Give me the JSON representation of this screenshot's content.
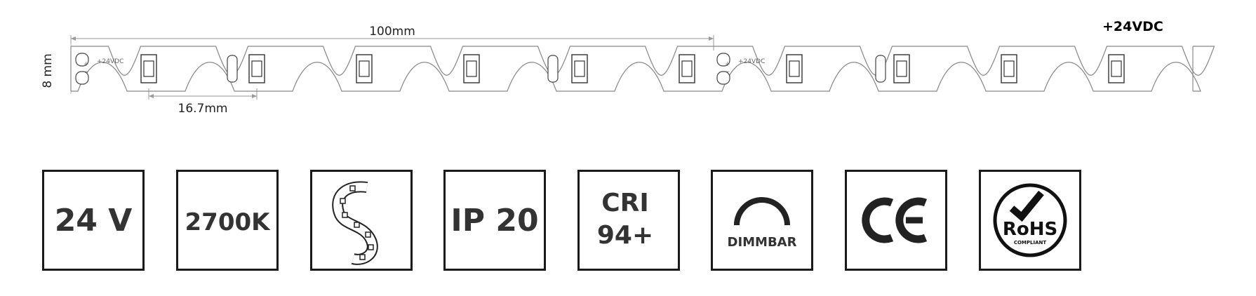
{
  "strip": {
    "length_label": "100mm",
    "pitch_label": "16.7mm",
    "width_label": "8 mm",
    "input_label": "+24VDC",
    "pad_label": "+24VDC",
    "plus_sign": "+",
    "minus_sign": "−"
  },
  "icons": {
    "voltage": "24 V",
    "color_temp": "2700K",
    "shape_icon": "s-shape-strip-icon",
    "ip_rating": "IP 20",
    "cri_label": "CRI",
    "cri_value": "94+",
    "dimmable_label": "DIMMBAR",
    "ce_mark": "CE",
    "rohs_label": "RoHS",
    "rohs_compliant": "COMPLIANT"
  }
}
